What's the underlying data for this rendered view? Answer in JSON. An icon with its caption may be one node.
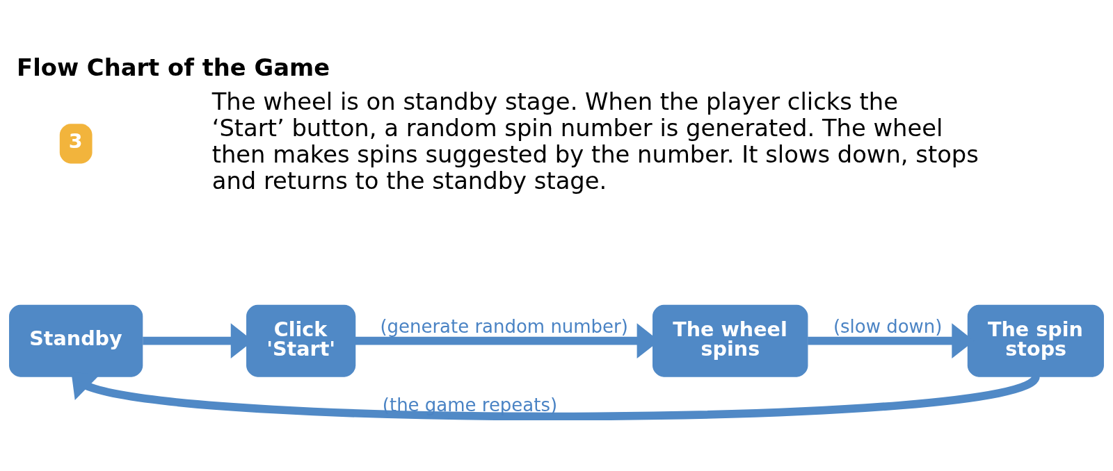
{
  "diagram": {
    "title": "Flow Chart of the Game",
    "nodes": [
      {
        "text": [
          "Standby"
        ]
      },
      {
        "text": [
          "Click 'Start'"
        ]
      },
      {
        "text": [
          "The wheel spins"
        ]
      },
      {
        "text": [
          "The spin stops"
        ]
      }
    ],
    "edges": [
      {
        "from": 0,
        "to": 1,
        "arrow": "to"
      },
      {
        "from": 1,
        "to": 2,
        "arrow": "to",
        "label": "(generate random number)"
      },
      {
        "from": 2,
        "to": 3,
        "arrow": "to",
        "label": "(slow down)"
      },
      {
        "from": 3,
        "to": 0,
        "arrow": "to",
        "label": "(the game repeats)"
      }
    ],
    "labels": [
      "3",
      "The wheel is on standby stage. When the player clicks the ‘Start’ button, a random spin number is generated. The wheel then makes spins suggested by the number. It slows down, stops and returns to the standby stage."
    ]
  }
}
